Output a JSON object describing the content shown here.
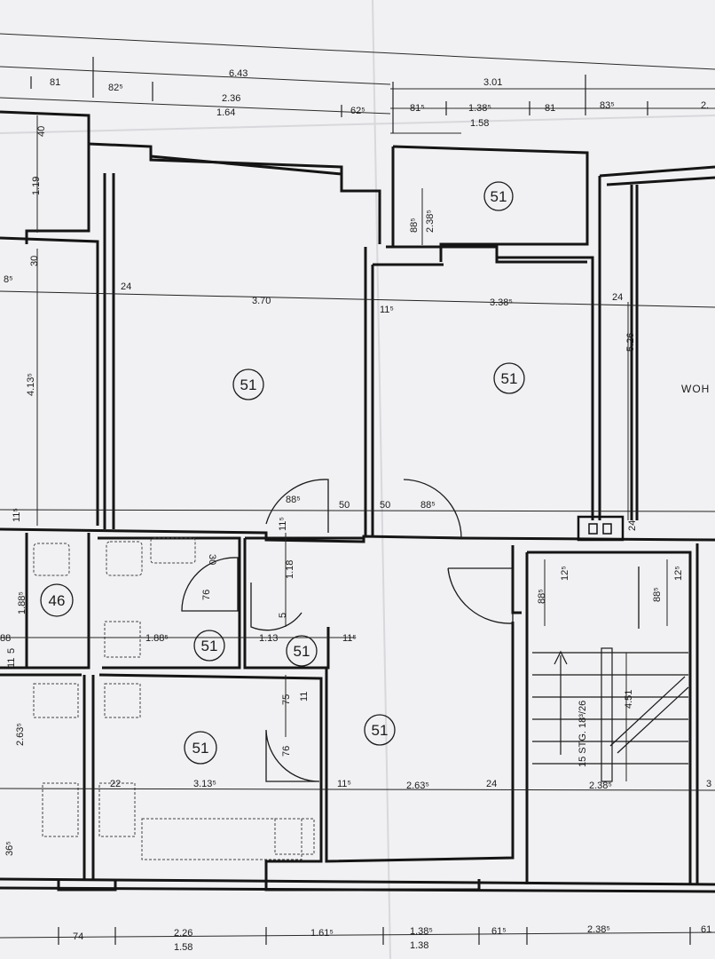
{
  "plan": {
    "dims_top": {
      "overall_left": "6.43",
      "left_a": "81",
      "left_b": "82⁵",
      "mid_upper": "2.36",
      "mid_lower": "1.64",
      "edge": "62⁵",
      "overall_right": "3.01",
      "r_a": "81⁵",
      "r_b": "1.38⁵",
      "r_b_lower": "1.58",
      "r_c": "81",
      "r_d": "83⁵",
      "r_e": "2."
    },
    "dims_bottom": {
      "b1": "74",
      "b2_upper": "2.26",
      "b2_lower": "1.58",
      "b3": "1.61⁵",
      "b4_upper": "1.38⁵",
      "b4_lower": "1.38",
      "b5": "61⁵",
      "b6": "2.38⁵",
      "b7": "61"
    },
    "dims_room": {
      "v40": "40",
      "v119": "1.19",
      "v30": "30",
      "v885_top": "88⁵",
      "v2385": "2.38⁵",
      "wall24_a": "24",
      "room_w1": "3.70",
      "wall11": "11⁵",
      "room_w2": "3.38⁵",
      "wall24_b": "24",
      "v526": "5.26",
      "side_8": "8⁵",
      "v4135": "4.13⁵",
      "v115_a": "11⁵",
      "door1": "88⁵",
      "gap50_a": "50",
      "gap50_b": "50",
      "door2": "88⁵",
      "wall24_c": "24",
      "v1885": "1.88⁵",
      "v30b": "30",
      "v76_a": "76",
      "v118": "1.18",
      "v115_b": "11⁵",
      "v5": "5",
      "h1885": "1.88⁵",
      "h113": "1.13",
      "v115_c": "11⁵",
      "v88_a": "88",
      "v5_b": "5",
      "v11_a": "11",
      "v2635": "2.63⁵",
      "v75": "75",
      "v11_b": "11",
      "v76_b": "76",
      "h3135": "3.13⁵",
      "v115_d": "11⁵",
      "h2635": "2.63⁵",
      "wall24_d": "24",
      "wall22": "22",
      "v365": "36⁵",
      "v885_c": "88⁵",
      "v125_a": "12⁵",
      "v885_d": "88⁵",
      "v125_b": "12⁵",
      "v451": "4.51",
      "h2385": "2.38⁵",
      "stairs": "15 STG. 18³/26",
      "edge3": "3"
    },
    "rooms": {
      "r1": "51",
      "r2": "51",
      "r3": "51",
      "r4": "46",
      "r5": "51",
      "r6": "51",
      "r7": "51",
      "r8": "51"
    },
    "label_wohn": "WOH"
  },
  "colors": {
    "paper": "#f1f1f3",
    "ink": "#151515"
  }
}
